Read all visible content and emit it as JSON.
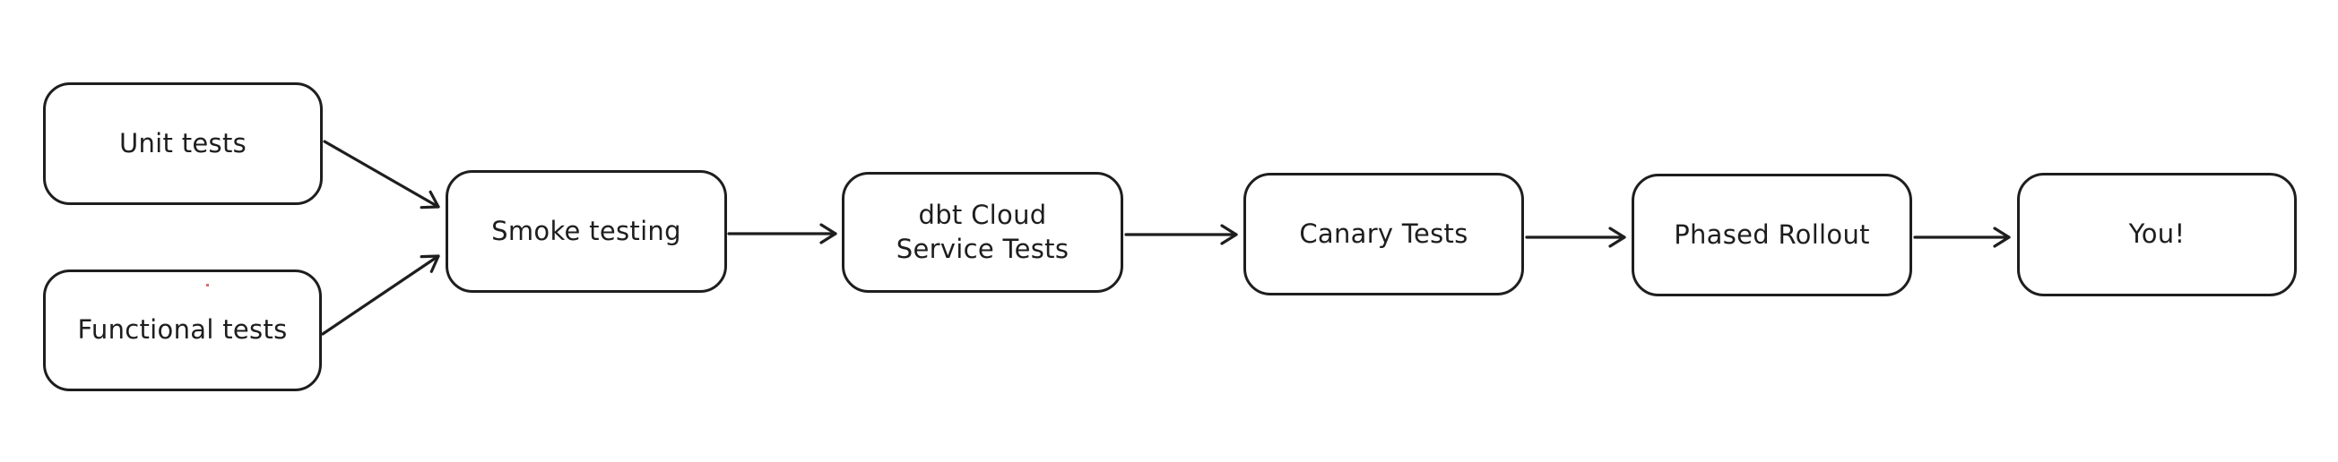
{
  "diagram": {
    "background_color": "#ffffff",
    "stroke_color": "#1e1e1e",
    "node_fill_color": "#ffffff",
    "stray_dot_color": "#dd6a6a",
    "nodes": [
      {
        "id": "unit-tests",
        "label": "Unit tests"
      },
      {
        "id": "functional-tests",
        "label": "Functional tests"
      },
      {
        "id": "smoke-testing",
        "label": "Smoke testing"
      },
      {
        "id": "dbt-cloud-service-tests",
        "label": "dbt Cloud\nService Tests"
      },
      {
        "id": "canary-tests",
        "label": "Canary Tests"
      },
      {
        "id": "phased-rollout",
        "label": "Phased Rollout"
      },
      {
        "id": "you",
        "label": "You!"
      }
    ],
    "edges": [
      {
        "from": "unit-tests",
        "to": "smoke-testing"
      },
      {
        "from": "functional-tests",
        "to": "smoke-testing"
      },
      {
        "from": "smoke-testing",
        "to": "dbt-cloud-service-tests"
      },
      {
        "from": "dbt-cloud-service-tests",
        "to": "canary-tests"
      },
      {
        "from": "canary-tests",
        "to": "phased-rollout"
      },
      {
        "from": "phased-rollout",
        "to": "you"
      }
    ]
  }
}
